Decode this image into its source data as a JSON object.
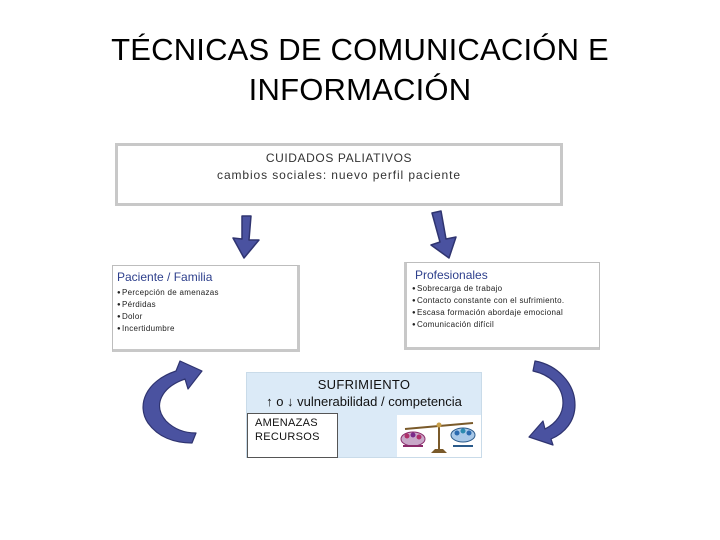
{
  "title": {
    "line1": "TÉCNICAS DE COMUNICACIÓN E",
    "line2": "INFORMACIÓN"
  },
  "top_box": {
    "line1": "CUIDADOS PALIATIVOS",
    "line2": "cambios sociales: nuevo perfil paciente"
  },
  "left_box": {
    "title": "Paciente / Familia",
    "items": [
      "Percepción de amenazas",
      "Pérdidas",
      "Dolor",
      "Incertidumbre"
    ]
  },
  "right_box": {
    "title": "Profesionales",
    "items": [
      "Sobrecarga de trabajo",
      "Contacto constante con el sufrimiento.",
      "Escasa formación abordaje emocional",
      "Comunicación difícil"
    ]
  },
  "center_box": {
    "title": "SUFRIMIENTO",
    "subtitle": "↑ o ↓ vulnerabilidad / competencia",
    "inner": {
      "line1": "AMENAZAS",
      "line2": "RECURSOS"
    }
  },
  "colors": {
    "arrow": "#4a52a0",
    "arrow_dark": "#2f3470",
    "panel_blue": "#dbeaf7",
    "title_blue": "#2d3f8c"
  },
  "icons": [
    "down-arrow-icon",
    "curved-arrow-icon",
    "balance-scale-icon"
  ]
}
